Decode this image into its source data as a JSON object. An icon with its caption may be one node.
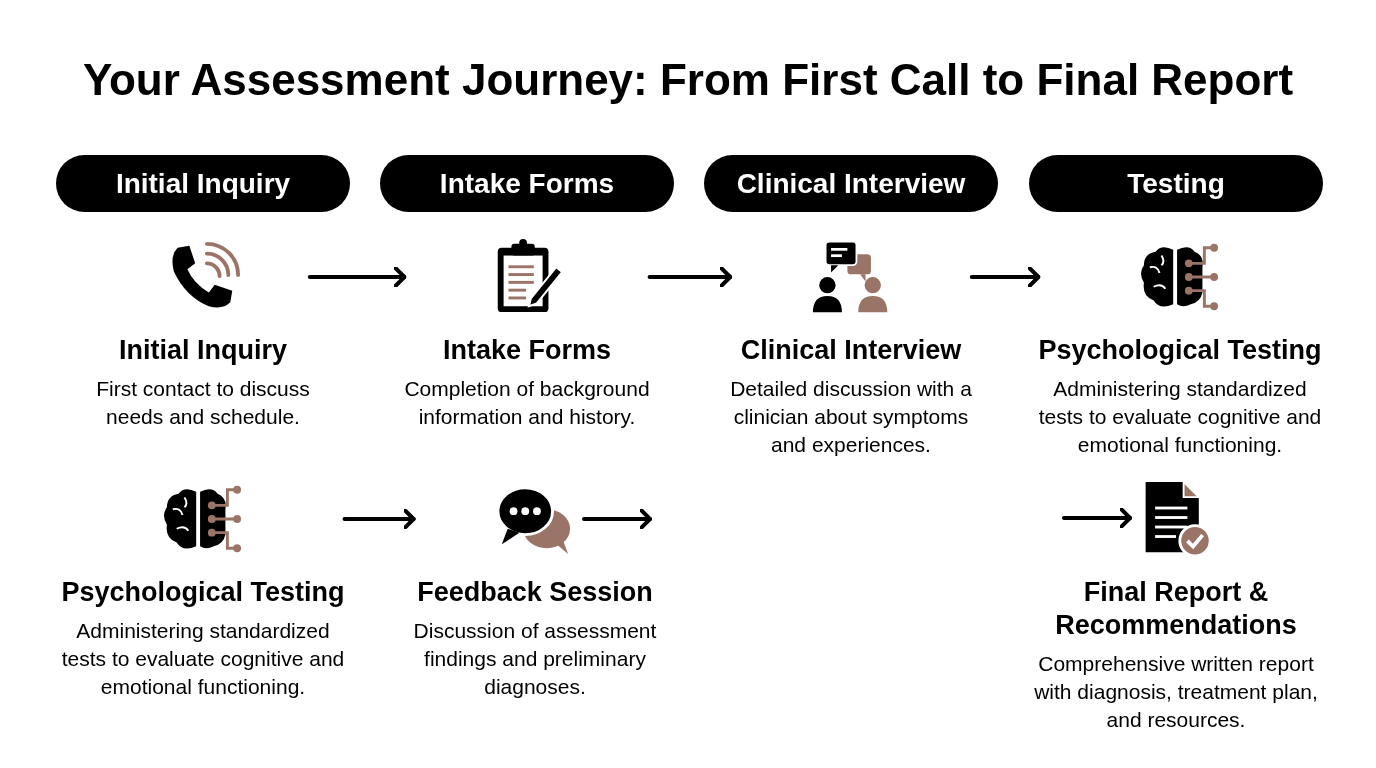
{
  "diagram": {
    "title": "Your Assessment Journey: From First Call to Final Report",
    "nodes": [
      {
        "text": [
          "Initial Inquiry"
        ]
      },
      {
        "text": [
          "Intake Forms"
        ]
      },
      {
        "text": [
          "Clinical Interview"
        ]
      },
      {
        "text": [
          "Testing"
        ]
      },
      {
        "text": [
          "Initial Inquiry",
          "First contact to discuss needs and schedule."
        ]
      },
      {
        "text": [
          "Intake Forms",
          "Completion of background information and history."
        ]
      },
      {
        "text": [
          "Clinical Interview",
          "Detailed discussion with a clinician about symptoms and experiences."
        ]
      },
      {
        "text": [
          "Psychological Testing",
          "Administering standardized tests to evaluate cognitive and emotional functioning."
        ]
      },
      {
        "text": [
          "Psychological Testing",
          "Administering standardized tests to evaluate cognitive and emotional functioning."
        ]
      },
      {
        "text": [
          "Feedback Session",
          "Discussion of assessment findings and preliminary diagnoses."
        ]
      },
      {
        "text": [
          "Final Report & Recommendations",
          "Comprehensive written report with diagnosis, treatment plan, and resources."
        ]
      }
    ],
    "edges": [
      {
        "from": 4,
        "to": 5,
        "arrow": "to"
      },
      {
        "from": 5,
        "to": 6,
        "arrow": "to"
      },
      {
        "from": 6,
        "to": 7,
        "arrow": "to"
      },
      {
        "from": 8,
        "to": 9,
        "arrow": "to"
      },
      {
        "from": 9,
        "to": null,
        "arrow": "to"
      },
      {
        "from": null,
        "to": 10,
        "arrow": "to"
      }
    ]
  }
}
